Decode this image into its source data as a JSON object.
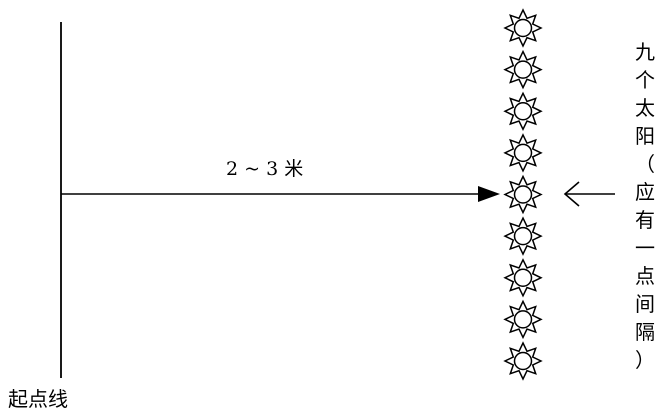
{
  "distance_label": "2 ~ 3 米",
  "start_line_label": "起点线",
  "side_note": [
    "九",
    "个",
    "太",
    "阳",
    "（",
    "应",
    "有",
    "一",
    "点",
    "间",
    "隔",
    "）"
  ],
  "sun_count": 9,
  "colors": {
    "ink": "#000000",
    "background": "#ffffff"
  }
}
